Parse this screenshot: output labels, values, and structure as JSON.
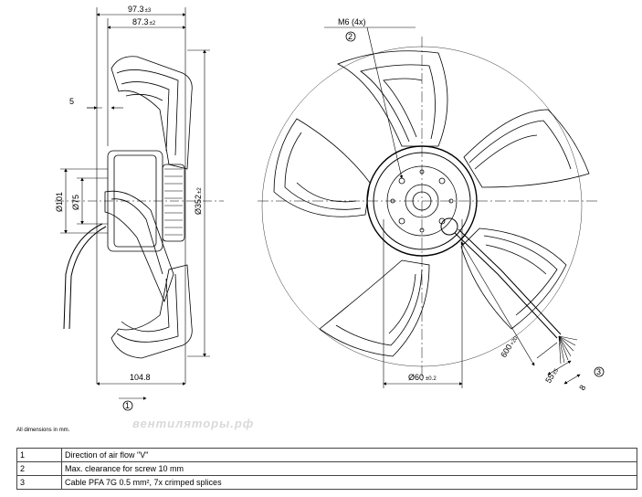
{
  "dimensions": {
    "width_total": "97.3",
    "width_total_tol": "±3",
    "width_inner": "87.3",
    "width_inner_tol": "±2",
    "clearance": "5",
    "dia_101": "Ø101",
    "dia_75": "Ø75",
    "dia_352": "Ø352",
    "dia_352_tol": "±2",
    "depth_bottom": "104.8",
    "screw": "M6 (4x)",
    "dia_60": "Ø60",
    "dia_60_tol": "±0.2",
    "cable_len": "600",
    "cable_len_tol": "+20",
    "strip_len": "55",
    "strip_tol": "±5",
    "end_len": "8"
  },
  "markers": {
    "m1": "1",
    "m2": "2",
    "m3": "3"
  },
  "note": "All dimensions in mm.",
  "watermark": "вентиляторы.рф",
  "legend": [
    {
      "num": "1",
      "text": "Direction of air flow \"V\""
    },
    {
      "num": "2",
      "text": "Max. clearance for screw 10 mm"
    },
    {
      "num": "3",
      "text": "Cable PFA 7G 0.5 mm², 7x crimped splices"
    }
  ]
}
